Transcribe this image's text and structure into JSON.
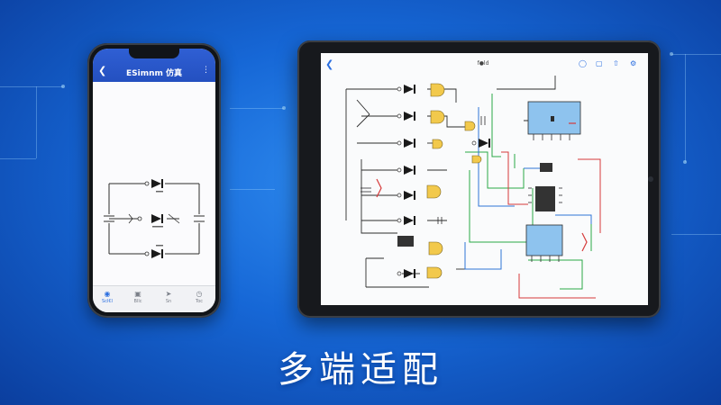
{
  "phone": {
    "title": "ESimnm 仿真",
    "back_icon": "chevron-left-icon",
    "more_icon": "more-icon",
    "tabs": [
      {
        "icon": "home-icon",
        "label": "Scl€l"
      },
      {
        "icon": "layers-icon",
        "label": "Bllc"
      },
      {
        "icon": "send-icon",
        "label": "Sn"
      },
      {
        "icon": "clock-icon",
        "label": "Toc"
      }
    ]
  },
  "tablet": {
    "title": "f●ld",
    "toolbar": [
      {
        "icon": "chat-icon"
      },
      {
        "icon": "comment-icon"
      },
      {
        "icon": "share-icon"
      },
      {
        "icon": "settings-icon"
      }
    ]
  },
  "caption": "多端适配",
  "colors": {
    "background": "#1667d6",
    "phone_header": "#2450c0",
    "wire_dark": "#2c2c2c",
    "wire_green": "#29a846",
    "wire_blue": "#2f74d6",
    "wire_red": "#d63a3a",
    "gate_yellow": "#f2c94c",
    "chip_blue": "#8ec3ee",
    "chip_black": "#333333"
  }
}
